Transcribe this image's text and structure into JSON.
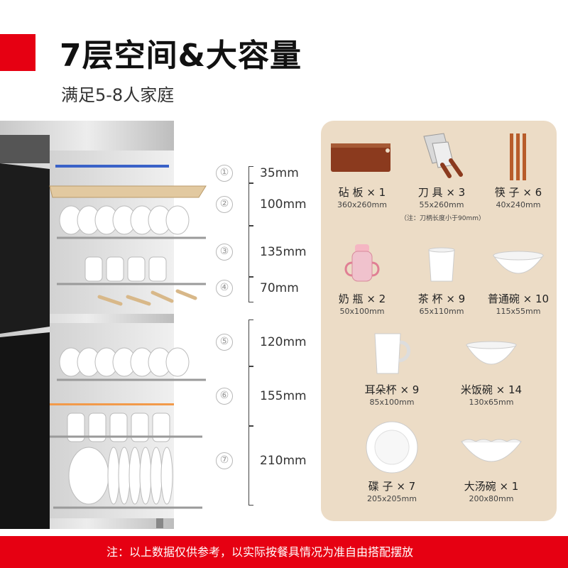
{
  "header": {
    "title": "7层空间&大容量",
    "subtitle": "满足5-8人家庭"
  },
  "layers": [
    {
      "num": "①",
      "height": "35mm"
    },
    {
      "num": "②",
      "height": "100mm"
    },
    {
      "num": "③",
      "height": "135mm"
    },
    {
      "num": "④",
      "height": "70mm"
    },
    {
      "num": "⑤",
      "height": "120mm"
    },
    {
      "num": "⑥",
      "height": "155mm"
    },
    {
      "num": "⑦",
      "height": "210mm"
    }
  ],
  "items": [
    {
      "name": "砧 板 × 1",
      "size": "360x260mm",
      "icon": "cutting-board-icon"
    },
    {
      "name": "刀 具 × 3",
      "size": "55x260mm",
      "note": "（注：刀柄长度小于90mm）",
      "icon": "knife-icon"
    },
    {
      "name": "筷 子 × 6",
      "size": "40x240mm",
      "icon": "chopsticks-icon"
    },
    {
      "name": "奶 瓶 × 2",
      "size": "50x100mm",
      "icon": "baby-bottle-icon"
    },
    {
      "name": "茶 杯 × 9",
      "size": "65x110mm",
      "icon": "tea-cup-icon"
    },
    {
      "name": "普通碗 × 10",
      "size": "115x55mm",
      "icon": "bowl-icon"
    },
    {
      "name": "耳朵杯 × 9",
      "size": "85x100mm",
      "icon": "mug-icon"
    },
    {
      "name": "米饭碗 × 14",
      "size": "130x65mm",
      "icon": "rice-bowl-icon"
    },
    {
      "name": "碟 子 × 7",
      "size": "205x205mm",
      "icon": "plate-icon"
    },
    {
      "name": "大汤碗 × 1",
      "size": "200x80mm",
      "icon": "soup-bowl-icon"
    }
  ],
  "footer": {
    "note": "注：以上数据仅供参考，以实际按餐具情况为准自由搭配摆放"
  },
  "colors": {
    "accent": "#e60012",
    "panel": "#ecdcc6",
    "wood": "#a0522d"
  }
}
